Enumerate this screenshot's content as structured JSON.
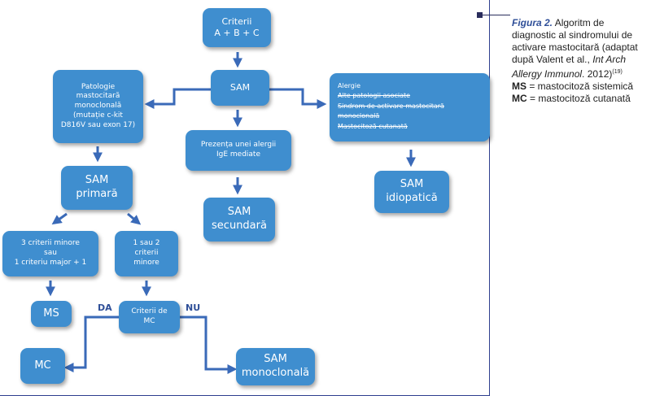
{
  "nodes": {
    "criteria": "Criterii\nA + B + C",
    "sam_center": "SAM",
    "monoclonal_pathology": "Patologie\nmastocitară\nmonoclonală\n(mutație c-kit\nD816V sau exon 17)",
    "allergy_box": {
      "line1": "Alergie",
      "line2": "Alte patologii asociate",
      "line3": "Sindrom de activare mastocitară",
      "line4": "monoclonală",
      "line5": "Mastocitoză cutanată"
    },
    "ige_allergy": "Prezența unei alergii\nIgE mediate",
    "sam_primary": "SAM\nprimară",
    "sam_secondary": "SAM\nsecundară",
    "sam_idiopathic": "SAM\nidiopatică",
    "criteria_3minor": "3 criterii minore\nsau\n1 criteriu major + 1",
    "criteria_1or2": "1 sau 2\ncriterii\nminore",
    "ms": "MS",
    "criteria_mc": "Criterii de\nMC",
    "mc": "MC",
    "sam_monoclonal": "SAM\nmonoclonală"
  },
  "edge_labels": {
    "yes": "DA",
    "no": "NU"
  },
  "caption": {
    "figure_label": "Figura 2.",
    "line1_rest": " Algoritm de",
    "line2": "diagnostic al sindromului de",
    "line3": "activare mastocitară (adaptat",
    "line4_pre": "după Valent et al., ",
    "line4_journal": "Int Arch",
    "line5_journal": "Allergy Immunol",
    "line5_post": ". 2012)",
    "ref": "(19)",
    "ms_abbr": "MS",
    "ms_def": " = mastocitoză sistemică",
    "mc_abbr": "MC",
    "mc_def": " = mastocitoză cutanată"
  },
  "colors": {
    "node_fill": "#3f8ecf",
    "arrow": "#3a6ab8",
    "label": "#2f4f98",
    "frame": "#2e3f8f"
  }
}
